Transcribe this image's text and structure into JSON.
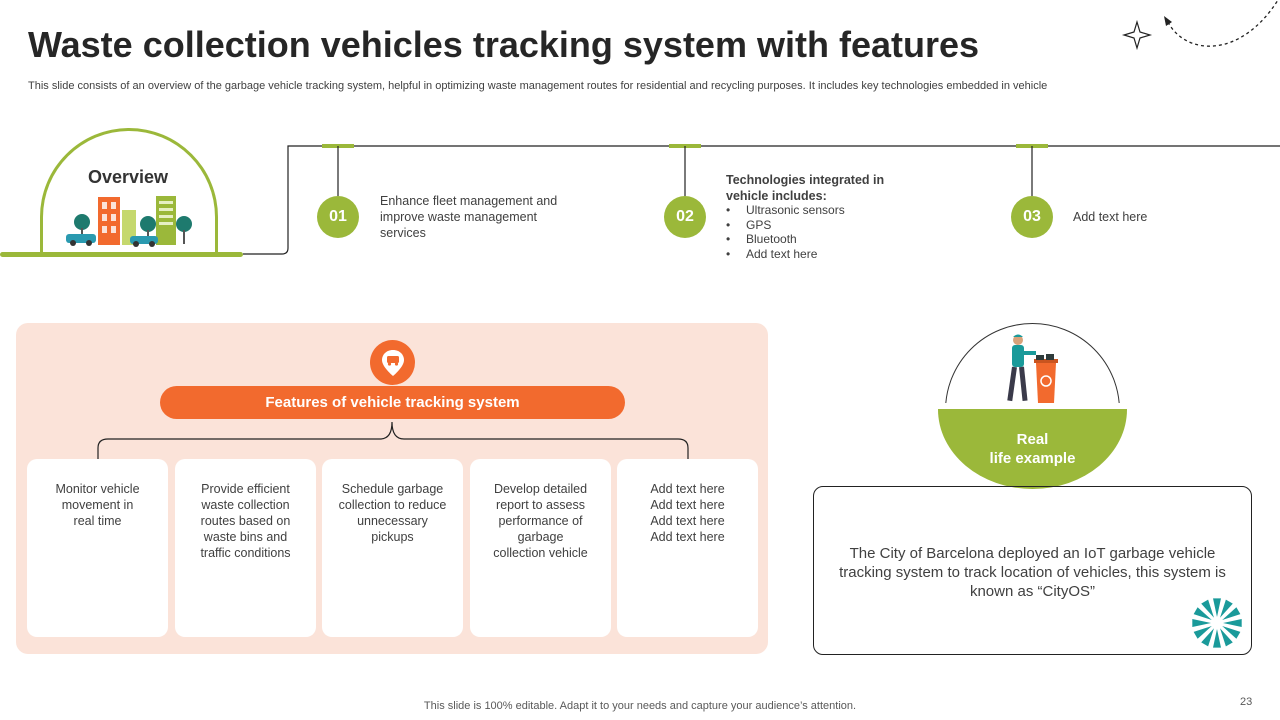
{
  "slide": {
    "title": "Waste collection vehicles tracking system with features",
    "subtitle": "This slide consists of an overview of the garbage vehicle tracking system, helpful in optimizing waste management routes for residential and recycling purposes. It includes key technologies embedded in vehicle",
    "footer": "This slide is 100% editable. Adapt it to your needs and capture your audience’s attention.",
    "page_number": "23"
  },
  "overview": {
    "title": "Overview",
    "steps": [
      {
        "number": "01",
        "text": "Enhance fleet management and improve waste management services"
      },
      {
        "number": "02",
        "heading": "Technologies integrated in vehicle includes:",
        "items": [
          "Ultrasonic sensors",
          "GPS",
          "Bluetooth",
          "Add text here"
        ]
      },
      {
        "number": "03",
        "text": "Add text here"
      }
    ]
  },
  "features": {
    "title": "Features of vehicle tracking system",
    "icon": "location-pin-truck-icon",
    "cards": [
      "Monitor vehicle\nmovement in\nreal time",
      "Provide efficient\nwaste collection\nroutes based on\nwaste bins and\ntraffic conditions",
      "Schedule garbage\ncollection to reduce\nunnecessary\npickups",
      "Develop detailed\nreport to assess\nperformance of\ngarbage\ncollection vehicle",
      "Add text here\nAdd text here\nAdd text here\nAdd text here"
    ]
  },
  "real_life": {
    "label": "Real\nlife example",
    "text": "The City of Barcelona deployed an IoT garbage vehicle tracking system to track location of vehicles, this system is known as “CityOS”"
  },
  "colors": {
    "accent_green": "#9bb83a",
    "accent_orange": "#f26a2e",
    "panel_peach": "#fbe3d9",
    "teal": "#1a9a9a"
  }
}
